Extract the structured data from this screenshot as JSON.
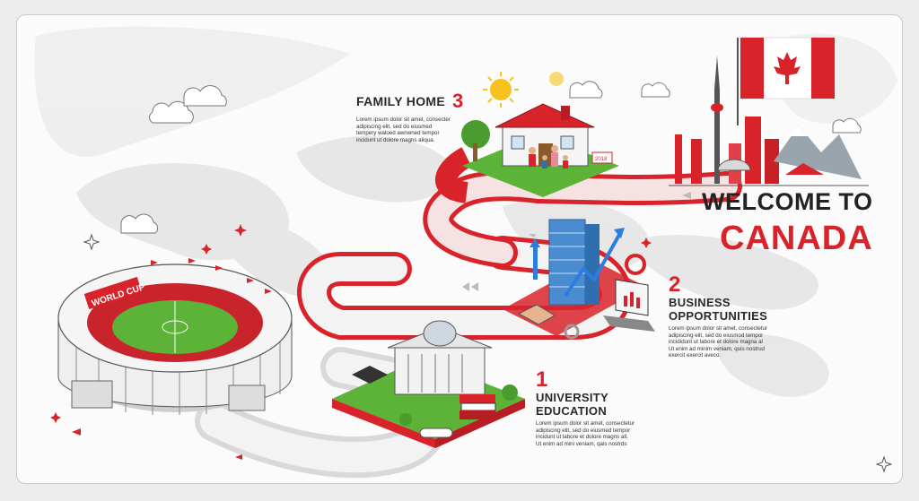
{
  "hero": {
    "line1": "WELCOME TO",
    "line2": "CANADA"
  },
  "steps": {
    "family": {
      "title": "FAMILY HOME",
      "number": "3",
      "body": [
        "Lorem ipsum dolor sit amet, consecter",
        "adipiscing elit, sed do eiusmed",
        "tempery waloed awnwned tempor",
        "incidunt ut dolore magns aliqua."
      ]
    },
    "business": {
      "title1": "BUSINESS",
      "title2": "OPPORTUNITIES",
      "number": "2",
      "body": [
        "Lorem ipsum dolor sit amet, consectetur",
        "adipiscing elit, sed do eiusmod tempor",
        "incididunt ut labore et dolore magna al",
        "Ut enim ad minim veniam, quis nostrud",
        "exercit exercit aveco."
      ]
    },
    "university": {
      "title1": "UNIVERSITY",
      "title2": "EDUCATION",
      "number": "1",
      "body": [
        "Lorem ipsum dolor sit amet, consectetur",
        "adipiscing elit, sed do eiusmed tempor",
        "incidunt ut labore et dolore magns all,",
        "Ut enim ad mini veniam, qais nostrds"
      ]
    }
  },
  "stadium": {
    "banner": "WORLD CUP"
  },
  "house": {
    "sign": "2018"
  },
  "colors": {
    "accent": "#d9232b",
    "road": "#e5e5e5",
    "grass": "#5cb338",
    "map": "#e6e6e6"
  },
  "icons": [
    "sun-icon",
    "cloud-icon",
    "canada-flag-icon",
    "graduation-cap-icon",
    "handshake-icon",
    "gear-icon",
    "laptop-icon",
    "sparkle-icon"
  ]
}
